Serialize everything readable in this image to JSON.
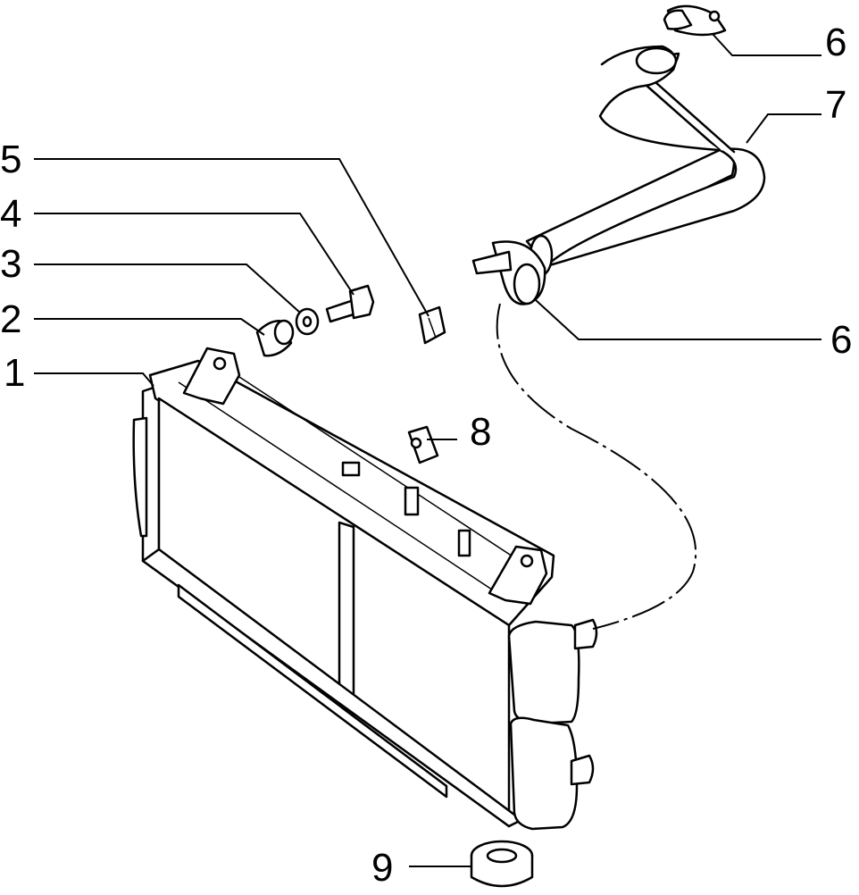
{
  "callouts": [
    {
      "id": "1",
      "label": "1"
    },
    {
      "id": "2",
      "label": "2"
    },
    {
      "id": "3",
      "label": "3"
    },
    {
      "id": "4",
      "label": "4"
    },
    {
      "id": "5",
      "label": "5"
    },
    {
      "id": "6a",
      "label": "6"
    },
    {
      "id": "6b",
      "label": "6"
    },
    {
      "id": "7",
      "label": "7"
    },
    {
      "id": "8",
      "label": "8"
    },
    {
      "id": "9",
      "label": "9"
    }
  ]
}
